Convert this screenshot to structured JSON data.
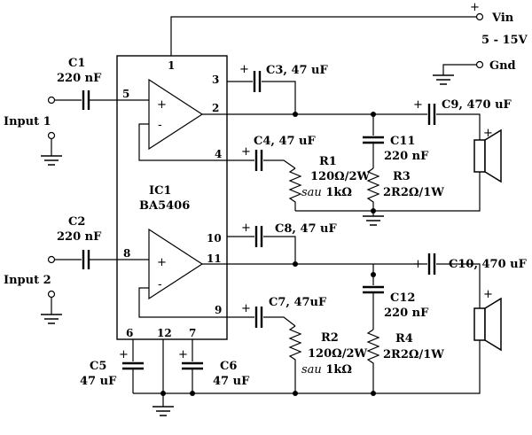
{
  "supply": {
    "vin": "Vin",
    "range": "5 - 15V",
    "gnd": "Gnd"
  },
  "ic": {
    "ref": "IC1",
    "part": "BA5406",
    "pins": [
      "1",
      "2",
      "3",
      "4",
      "5",
      "6",
      "7",
      "8",
      "9",
      "10",
      "11",
      "12"
    ]
  },
  "inputs": {
    "input1": "Input 1",
    "input2": "Input 2"
  },
  "components": {
    "c1": {
      "ref": "C1",
      "value": "220 nF"
    },
    "c2": {
      "ref": "C2",
      "value": "220 nF"
    },
    "c3": "C3, 47 uF",
    "c4": "C4, 47 uF",
    "c5": {
      "ref": "C5",
      "value": "47 uF"
    },
    "c6": {
      "ref": "C6",
      "value": "47 uF"
    },
    "c7": "C7, 47uF",
    "c8": "C8, 47 uF",
    "c9": "C9, 470 uF",
    "c10": "C10, 470 uF",
    "c11": {
      "ref": "C11",
      "value": "220 nF"
    },
    "c12": {
      "ref": "C12",
      "value": "220 nF"
    },
    "r1": {
      "ref": "R1",
      "value": "120Ω/2W",
      "alt_prefix": "sau",
      "alt_value": " 1kΩ"
    },
    "r2": {
      "ref": "R2",
      "value": "120Ω/2W",
      "alt_prefix": "sau",
      "alt_value": " 1kΩ"
    },
    "r3": {
      "ref": "R3",
      "value": "2R2Ω/1W"
    },
    "r4": {
      "ref": "R4",
      "value": "2R2Ω/1W"
    }
  },
  "symbols": {
    "plus": "+",
    "minus": "-"
  }
}
